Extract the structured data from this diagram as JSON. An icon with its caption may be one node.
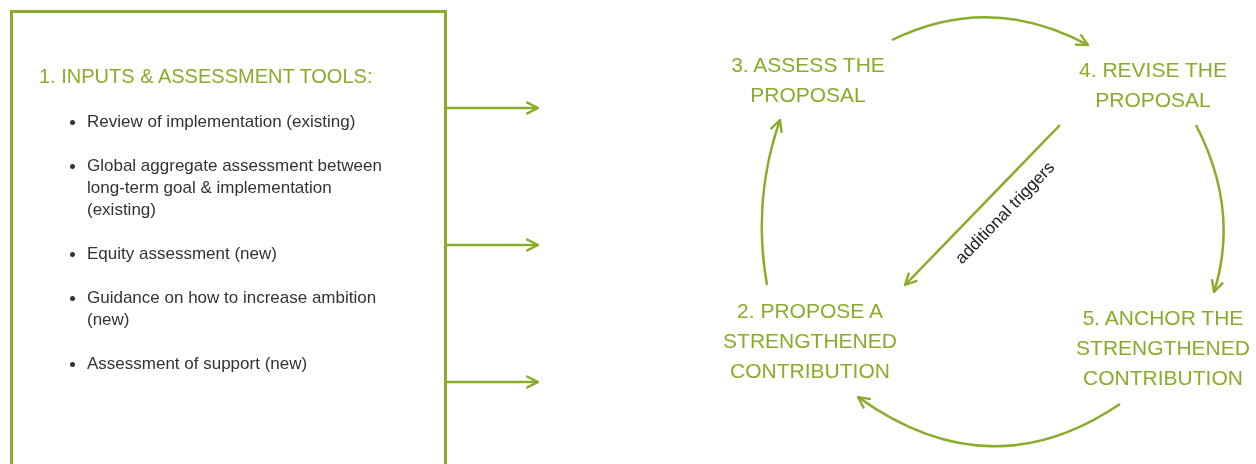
{
  "diagram": {
    "nodes": [
      {
        "text": [
          "1. INPUTS & ASSESSMENT TOOLS:",
          "Review of implementation (existing)",
          "Global aggregate assessment between long-term goal & implementation (existing)",
          "Equity assessment (new)",
          "Guidance on how to increase ambition (new)",
          "Assessment of support (new)"
        ]
      },
      {
        "text": [
          "3. ASSESS THE PROPOSAL"
        ]
      },
      {
        "text": [
          "4. REVISE THE PROPOSAL"
        ]
      },
      {
        "text": [
          "2. PROPOSE A STRENGTHENED CONTRIBUTION"
        ]
      },
      {
        "text": [
          "5. ANCHOR THE STRENGTHENED CONTRIBUTION"
        ]
      }
    ],
    "edges": [
      {
        "from": 0,
        "to": null,
        "arrow": "to"
      },
      {
        "from": 0,
        "to": null,
        "arrow": "to"
      },
      {
        "from": 0,
        "to": null,
        "arrow": "to"
      },
      {
        "from": 1,
        "to": 2,
        "arrow": "to"
      },
      {
        "from": 2,
        "to": 4,
        "arrow": "to"
      },
      {
        "from": 4,
        "to": 3,
        "arrow": "to"
      },
      {
        "from": 3,
        "to": 1,
        "arrow": "to"
      },
      {
        "from": 2,
        "to": 3,
        "arrow": "to",
        "label": "additional triggers"
      }
    ]
  }
}
